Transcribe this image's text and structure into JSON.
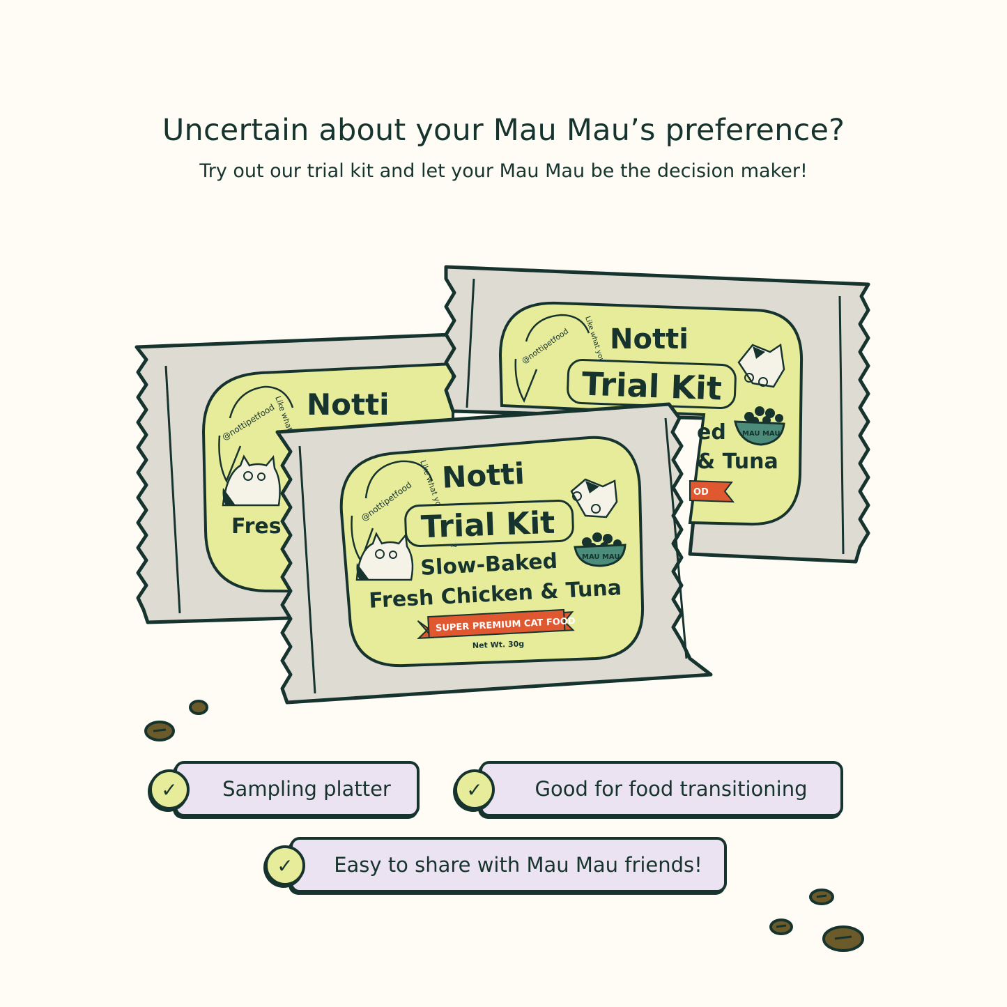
{
  "headline": "Uncertain about your Mau Mau’s preference?",
  "subline": "Try out our trial kit and let your Mau Mau be the decision maker!",
  "colors": {
    "background": "#fefcf5",
    "ink": "#16332e",
    "pouch": "#dedbd3",
    "label": "#e7ec9a",
    "pill": "#ebe3f1",
    "ribbon": "#e0582f",
    "bowl": "#4c8c7a"
  },
  "packets": {
    "back_left": {
      "brand": "Notti",
      "handle": "@nottipetfood",
      "curve_text": "Like what you're tastin'?",
      "flavor_partial": "Fres"
    },
    "back_right": {
      "brand": "Notti",
      "handle": "@nottipetfood",
      "curve_text": "Like what you're tastin'?",
      "title": "Trial Kit",
      "flavor_line1_partial": "ed",
      "flavor_line2_partial": "& Tuna",
      "ribbon_partial": "OD",
      "bowl_label": "MAU MAU"
    },
    "front": {
      "brand": "Notti",
      "handle": "@nottipetfood",
      "curve_text": "Like what you're tastin'?",
      "title": "Trial Kit",
      "flavor_line1": "Slow-Baked",
      "flavor_line2": "Fresh Chicken & Tuna",
      "ribbon": "SUPER PREMIUM CAT FOOD",
      "net_weight": "Net Wt. 30g",
      "bowl_label": "MAU MAU"
    }
  },
  "features": [
    {
      "label": "Sampling platter",
      "icon": "check-icon"
    },
    {
      "label": "Good for food transitioning",
      "icon": "check-icon"
    },
    {
      "label": "Easy to share with Mau Mau friends!",
      "icon": "check-icon"
    }
  ]
}
